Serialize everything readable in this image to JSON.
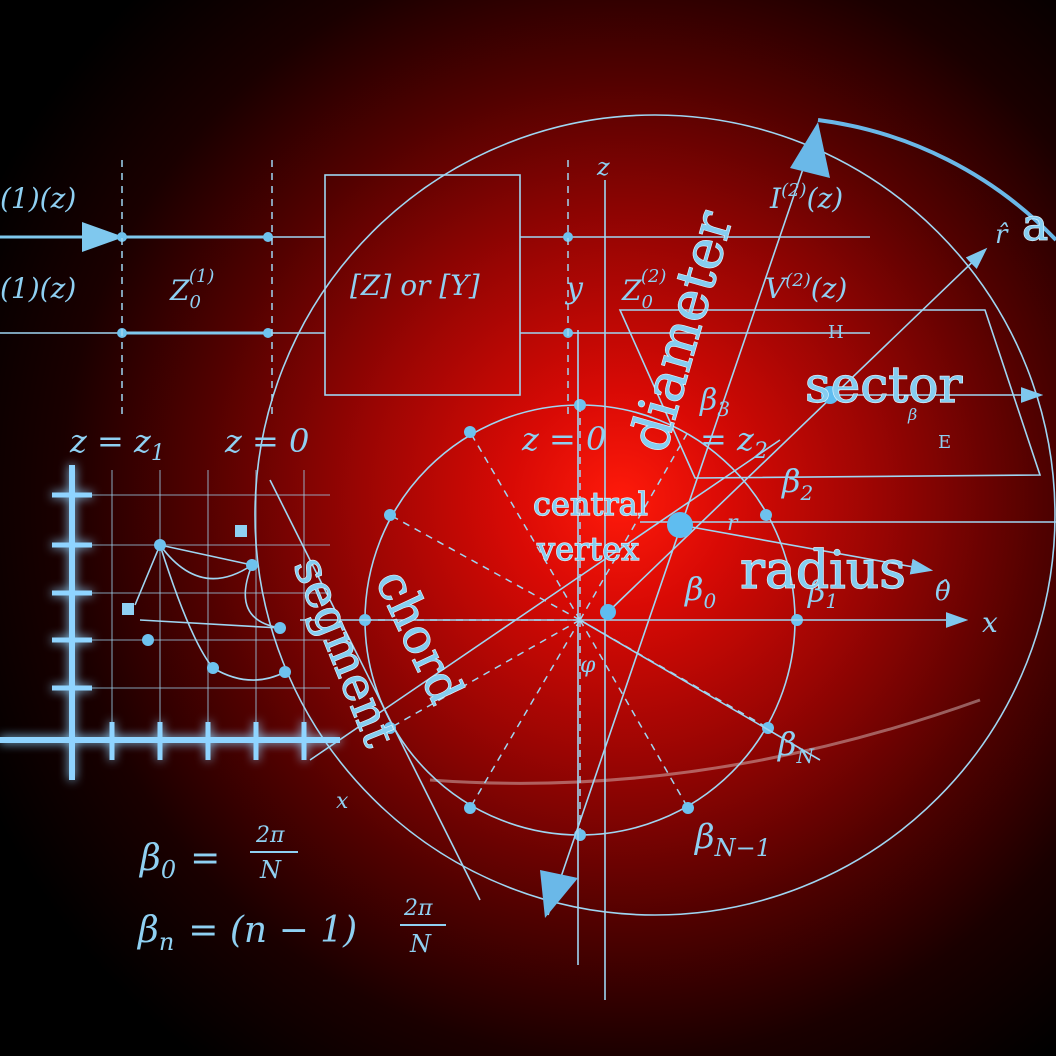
{
  "labels": {
    "i1": "(1)(z)",
    "v1": "(1)(z)",
    "z01": "Z",
    "z01_sub": "0",
    "z01_sup": "(1)",
    "zy_box": "[Z] or [Y]",
    "z_axis": "z",
    "y_label": "y",
    "z02": "Z",
    "z02_sub": "0",
    "z02_sup": "(2)",
    "i2": "I",
    "i2_sup": "(2)",
    "i2_arg": "(z)",
    "v2": "V",
    "v2_sup": "(2)",
    "v2_arg": "(z)",
    "r_hat": "r̂",
    "a_letter": "a",
    "h_vec": "H",
    "e_vec": "E",
    "beta_small": "β",
    "z_eq_z1": "z = z",
    "z_eq_z1_sub": "1",
    "z_eq_0": "z = 0",
    "z_eq_0_center": "z = 0",
    "z_eq_z2": "= z",
    "z_eq_z2_sub": "2",
    "beta3": "β",
    "beta3_sub": "3",
    "beta2": "β",
    "beta2_sub": "2",
    "beta1": "β",
    "beta1_sub": "1",
    "beta0": "β",
    "beta0_sub": "0",
    "betaN": "β",
    "betaN_sub": "N",
    "betaN1": "β",
    "betaN1_sub": "N−1",
    "r_vec": "r",
    "theta_hat": "θ̂",
    "x_right": "x",
    "x_left": "x",
    "phi": "φ",
    "central": "central",
    "vertex": "vertex",
    "diameter": "diameter",
    "sector": "sector",
    "radius": "radius",
    "chord": "chord",
    "segment": "segment"
  },
  "formulas": {
    "f1_lhs": "β",
    "f1_lhs_sub": "0",
    "f1_eq": "=",
    "f1_num": "2π",
    "f1_den": "N",
    "f2_lhs": "β",
    "f2_lhs_sub": "n",
    "f2_mid": "= (n − 1)",
    "f2_num": "2π",
    "f2_den": "N"
  },
  "colors": {
    "line": "#9fd6f2",
    "accent": "#6ec2ee",
    "background_center": "#ff1a0a"
  }
}
